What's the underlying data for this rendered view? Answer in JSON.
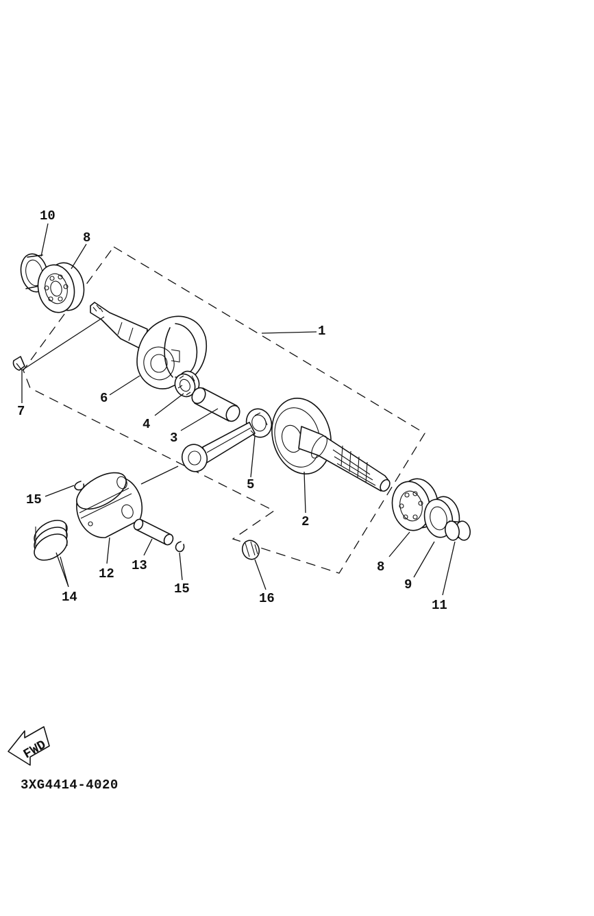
{
  "callouts": {
    "c1": "1",
    "c2": "2",
    "c3": "3",
    "c4": "4",
    "c5": "5",
    "c6": "6",
    "c7": "7",
    "c8a": "8",
    "c8b": "8",
    "c9": "9",
    "c10": "10",
    "c11": "11",
    "c12": "12",
    "c13": "13",
    "c14": "14",
    "c15a": "15",
    "c15b": "15",
    "c16": "16"
  },
  "fwd_label": "FWD",
  "drawing_code": "3XG4414-4020"
}
